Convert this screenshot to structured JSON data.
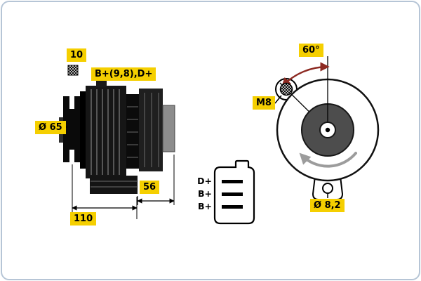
{
  "colors": {
    "label_bg": "#f5cf00",
    "label_text": "#000000",
    "outline": "#000000",
    "body_dark": "#141414",
    "rotor_gray": "#4d4d4d",
    "cover_gray": "#8c8c8c",
    "angle_arrow": "#8d2a22",
    "rotation_arrow": "#9c9c9c",
    "frame_border": "#b6c5d6"
  },
  "side_view": {
    "key_width_label": "10",
    "terminal_label": "B+(9,8),D+",
    "pulley_diameter_label": "Ø 65",
    "foot_dim_label": "56",
    "length_dim_label": "110"
  },
  "end_view": {
    "angle_label": "60°",
    "thread_label": "M8",
    "hole_diameter_label": "Ø 8,2"
  },
  "connector": {
    "pins": [
      {
        "label": "D+"
      },
      {
        "label": "B+"
      },
      {
        "label": "B+"
      }
    ]
  }
}
